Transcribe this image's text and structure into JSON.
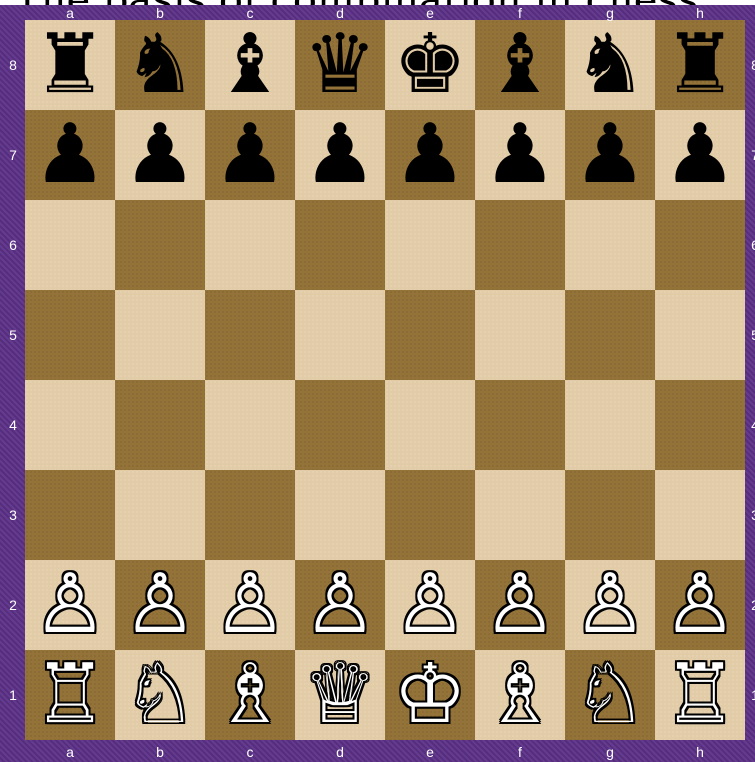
{
  "title": "The basis of combination in chess",
  "files": [
    "a",
    "b",
    "c",
    "d",
    "e",
    "f",
    "g",
    "h"
  ],
  "ranks": [
    "8",
    "7",
    "6",
    "5",
    "4",
    "3",
    "2",
    "1"
  ],
  "colors": {
    "light_square": "#e2cca8",
    "dark_square": "#947339",
    "frame": "#5a2f86"
  },
  "glyphs": {
    "bK": "♚",
    "bQ": "♛",
    "bR": "♜",
    "bB": "♝",
    "bN": "♞",
    "bP": "♟",
    "wK": "♔",
    "wQ": "♕",
    "wR": "♖",
    "wB": "♗",
    "wN": "♘",
    "wP": "♙"
  },
  "piece_names": {
    "K": "king",
    "Q": "queen",
    "R": "rook",
    "B": "bishop",
    "N": "knight",
    "P": "pawn"
  },
  "position": [
    [
      "bR",
      "bN",
      "bB",
      "bQ",
      "bK",
      "bB",
      "bN",
      "bR"
    ],
    [
      "bP",
      "bP",
      "bP",
      "bP",
      "bP",
      "bP",
      "bP",
      "bP"
    ],
    [
      "",
      "",
      "",
      "",
      "",
      "",
      "",
      ""
    ],
    [
      "",
      "",
      "",
      "",
      "",
      "",
      "",
      ""
    ],
    [
      "",
      "",
      "",
      "",
      "",
      "",
      "",
      ""
    ],
    [
      "",
      "",
      "",
      "",
      "",
      "",
      "",
      ""
    ],
    [
      "wP",
      "wP",
      "wP",
      "wP",
      "wP",
      "wP",
      "wP",
      "wP"
    ],
    [
      "wR",
      "wN",
      "wB",
      "wQ",
      "wK",
      "wB",
      "wN",
      "wR"
    ]
  ]
}
